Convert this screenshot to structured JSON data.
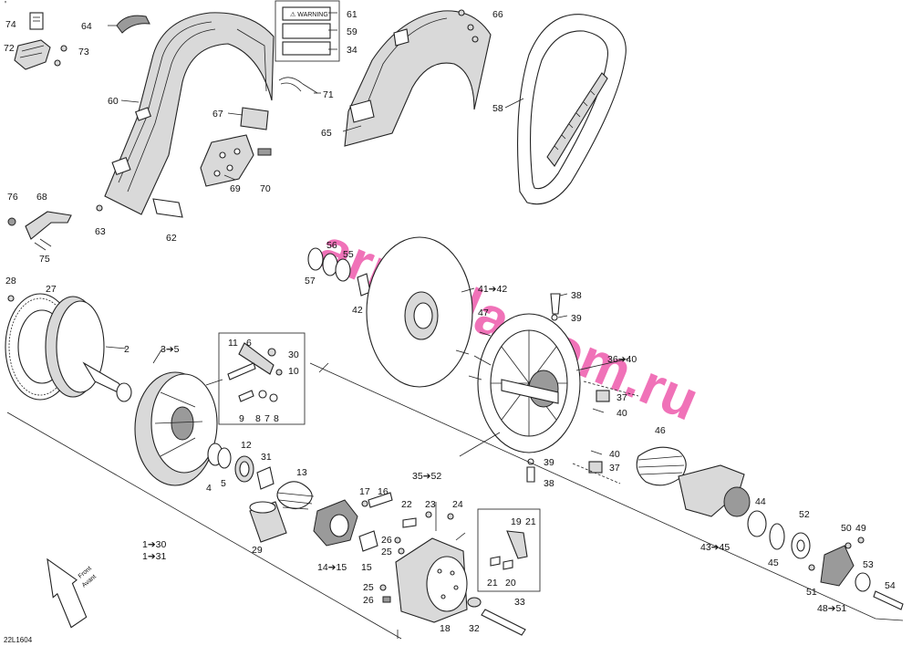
{
  "drawing_id": "22L1604",
  "watermark": "armada.com.ru",
  "direction_label": {
    "line1": "Front",
    "line2": "Avant"
  },
  "callouts": {
    "c74": "74",
    "c72": "72",
    "c73": "73",
    "c64": "64",
    "c61": "61",
    "c59": "59",
    "c34": "34",
    "c60": "60",
    "c71": "71",
    "c66": "66",
    "c58": "58",
    "c67": "67",
    "c65": "65",
    "c69": "69",
    "c70": "70",
    "c76": "76",
    "c68": "68",
    "c63": "63",
    "c62": "62",
    "c75": "75",
    "c56": "56",
    "c55": "55",
    "c57": "57",
    "c42": "42",
    "c41_42": "41➔42",
    "c38a": "38",
    "c39a": "39",
    "c47": "47",
    "c28": "28",
    "c27": "27",
    "c2": "2",
    "c3_5": "3➔5",
    "c11": "11",
    "c6": "6",
    "c30": "30",
    "c10": "10",
    "c9": "9",
    "c8a": "8",
    "c7": "7",
    "c8b": "8",
    "c36_40": "36➔40",
    "c37a": "37",
    "c40a": "40",
    "c46": "46",
    "c40b": "40",
    "c39b": "39",
    "c37b": "37",
    "c38b": "38",
    "c35_52": "35➔52",
    "c12": "12",
    "c31": "31",
    "c4": "4",
    "c5": "5",
    "c13": "13",
    "c17": "17",
    "c16": "16",
    "c22": "22",
    "c23": "23",
    "c24": "24",
    "c19": "19",
    "c21a": "21",
    "c29": "29",
    "c14_15": "14➔15",
    "c15": "15",
    "c26a": "26",
    "c25a": "25",
    "c21b": "21",
    "c20": "20",
    "c44": "44",
    "c43_45": "43➔45",
    "c45": "45",
    "c52": "52",
    "c50": "50",
    "c49": "49",
    "c53": "53",
    "c51": "51",
    "c48_51": "48➔51",
    "c54": "54",
    "c1_30": "1➔30",
    "c1_31": "1➔31",
    "c25b": "25",
    "c26b": "26",
    "c18": "18",
    "c32": "32",
    "c33": "33"
  }
}
